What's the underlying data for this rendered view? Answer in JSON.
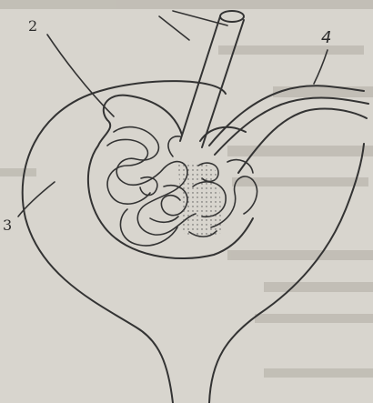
{
  "diagram": {
    "labels": {
      "one": "",
      "two": "2",
      "three": "3",
      "four": "4"
    }
  }
}
